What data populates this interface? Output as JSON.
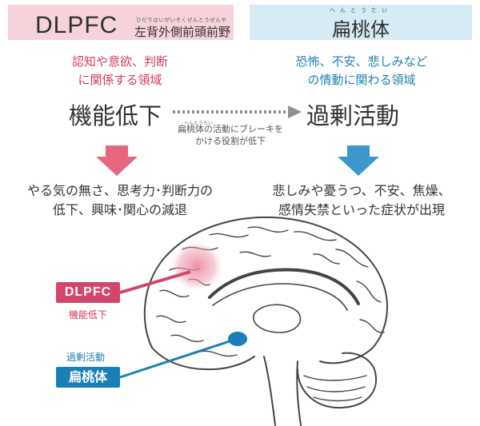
{
  "left_panel": {
    "title": "DLPFC",
    "subtitle": "左背外側前頭前野",
    "subtitle_ruby": "ひだりはいがいそくぜんとうぜんや",
    "description_lines": [
      "認知や意欲、判断",
      "に関係する領域"
    ],
    "state": "機能低下",
    "effect_lines": [
      "やる気の無さ、思考力･判断力の",
      "低下、興味･関心の減退"
    ]
  },
  "right_panel": {
    "title": "扁桃体",
    "title_ruby": "へんとうたい",
    "description_lines": [
      "恐怖、不安、悲しみなど",
      "の情動に関わる領域"
    ],
    "state": "過剰活動",
    "effect_lines": [
      "悲しみや憂うつ、不安、焦燥、",
      "感情失禁といった症状が出現"
    ]
  },
  "connector": {
    "ruby": "へんとうたい",
    "note_lines": [
      "扁桃体の活動にブレーキを",
      "かける役割が低下"
    ]
  },
  "brain_labels": {
    "dlpfc_tag": "DLPFC",
    "dlpfc_state": "機能低下",
    "amygdala_state": "過剰活動",
    "amygdala_tag": "扁桃体"
  },
  "colors": {
    "pink_accent": "#d2466a",
    "blue_accent": "#1a7fb6",
    "pink_banner": "#f6d3da",
    "blue_banner": "#d6ebf3",
    "pink_arrow": "#e8657f",
    "blue_arrow": "#3d97cf"
  }
}
